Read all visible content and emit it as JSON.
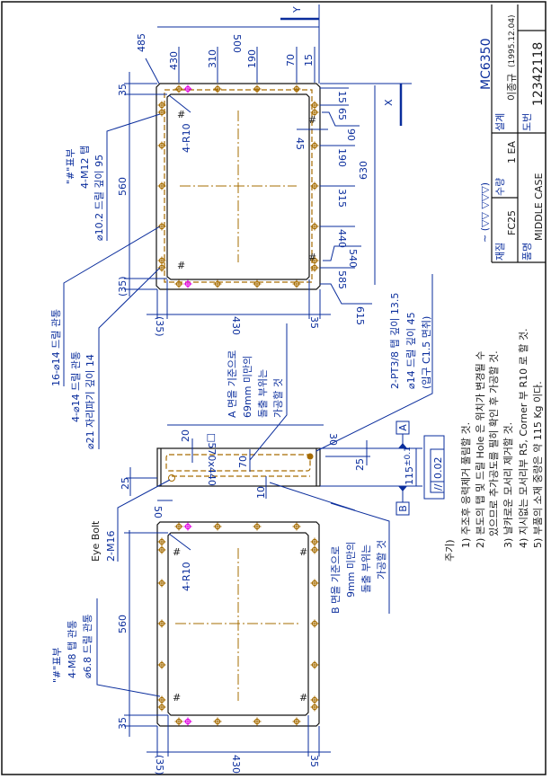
{
  "title_block": {
    "drawing_title": "MC6350",
    "surface_symbols": "∼ (▽▽ ▽▽▽)",
    "design_label": "설계",
    "designer": "이종규",
    "design_date": "(1995.12.04)",
    "quantity_label": "수량",
    "quantity": "1 EA",
    "material_label": "재질",
    "material": "FC25",
    "drawing_no_label": "도번",
    "drawing_no": "12342118",
    "part_name_label": "품명",
    "part_name": "MIDDLE CASE"
  },
  "notes": {
    "heading": "주기)",
    "lines": [
      "1) 주조후 응력제거 풀림할 것.",
      "2) 본도의 탭 및 드릴 Hole 은 위치가 변경될 수",
      "있으므로 추가공도를 필히 확인 후 가공할 것.",
      "3) 날카로운 모서리 제거할 것.",
      "4) 지시없는 모서리부 R5, Corner 부 R10 로 할 것.",
      "5) 부품의 소재 중량은 약 115 Kg 이다."
    ]
  },
  "top_view": {
    "axis_y": "Y",
    "axis_x": "X",
    "dim_width": "500",
    "dim_485": "485",
    "top_dims": [
      "430",
      "310",
      "190",
      "70",
      "15"
    ],
    "right_dims": [
      "15",
      "65",
      "90",
      "190",
      "315",
      "440",
      "540",
      "585",
      "615"
    ],
    "dim_45": "45",
    "dim_630": "630",
    "left_dims": [
      "35",
      "560",
      "(35)"
    ],
    "bottom_dims": [
      "(35)",
      "430",
      "35"
    ],
    "corner_radius": "4-R10",
    "hash_mark": "#",
    "tap_note": [
      "\"#\"표부",
      "4-M12 탭",
      "⌀10.2 드릴 깊이 95"
    ],
    "drill_note": [
      "16-⌀14 드릴 관통",
      "4-⌀14 드릴 관통",
      "⌀21 자리파기 깊이 14"
    ]
  },
  "side_view": {
    "a_note": [
      "A 면을 기준으로",
      "69mm 미만의",
      "돌출 부위는",
      "가공할 것"
    ],
    "pt_note": [
      "2-PT3/8 탭 깊이 13.5",
      "⌀14 드릴 깊이 45",
      "(입구 C1.5 면취)"
    ],
    "dim_square": "□570x440",
    "dim_30": "30",
    "dim_20": "20",
    "dim_70": "70",
    "dim_25_right": "25",
    "dim_115": "115",
    "tol_115": "±0.1",
    "dim_10": "10",
    "dim_50": "50",
    "dim_25_left": "25",
    "datum_a": "A",
    "datum_b": "B",
    "parallel_symbol": "//",
    "parallel_tol": "0.02",
    "eye_bolt": [
      "Eye Bolt",
      "2-M16"
    ]
  },
  "bottom_view": {
    "corner_radius": "4-R10",
    "hash_mark": "#",
    "left_dims": [
      "560",
      "35"
    ],
    "bottom_dims": [
      "(35)",
      "430",
      "35"
    ],
    "tap_note": [
      "\"#\"표부",
      "4-M8 탭 관통",
      "⌀6.8 드릴 관통"
    ],
    "b_note": [
      "B 면을 기준으로",
      "9mm 미만의",
      "돌출 부위는",
      "가공할 것"
    ]
  },
  "colors": {
    "dimension": "#0a2d9c",
    "outline": "#111111",
    "hidden": "#a66c00",
    "marker": "#e000e0"
  }
}
